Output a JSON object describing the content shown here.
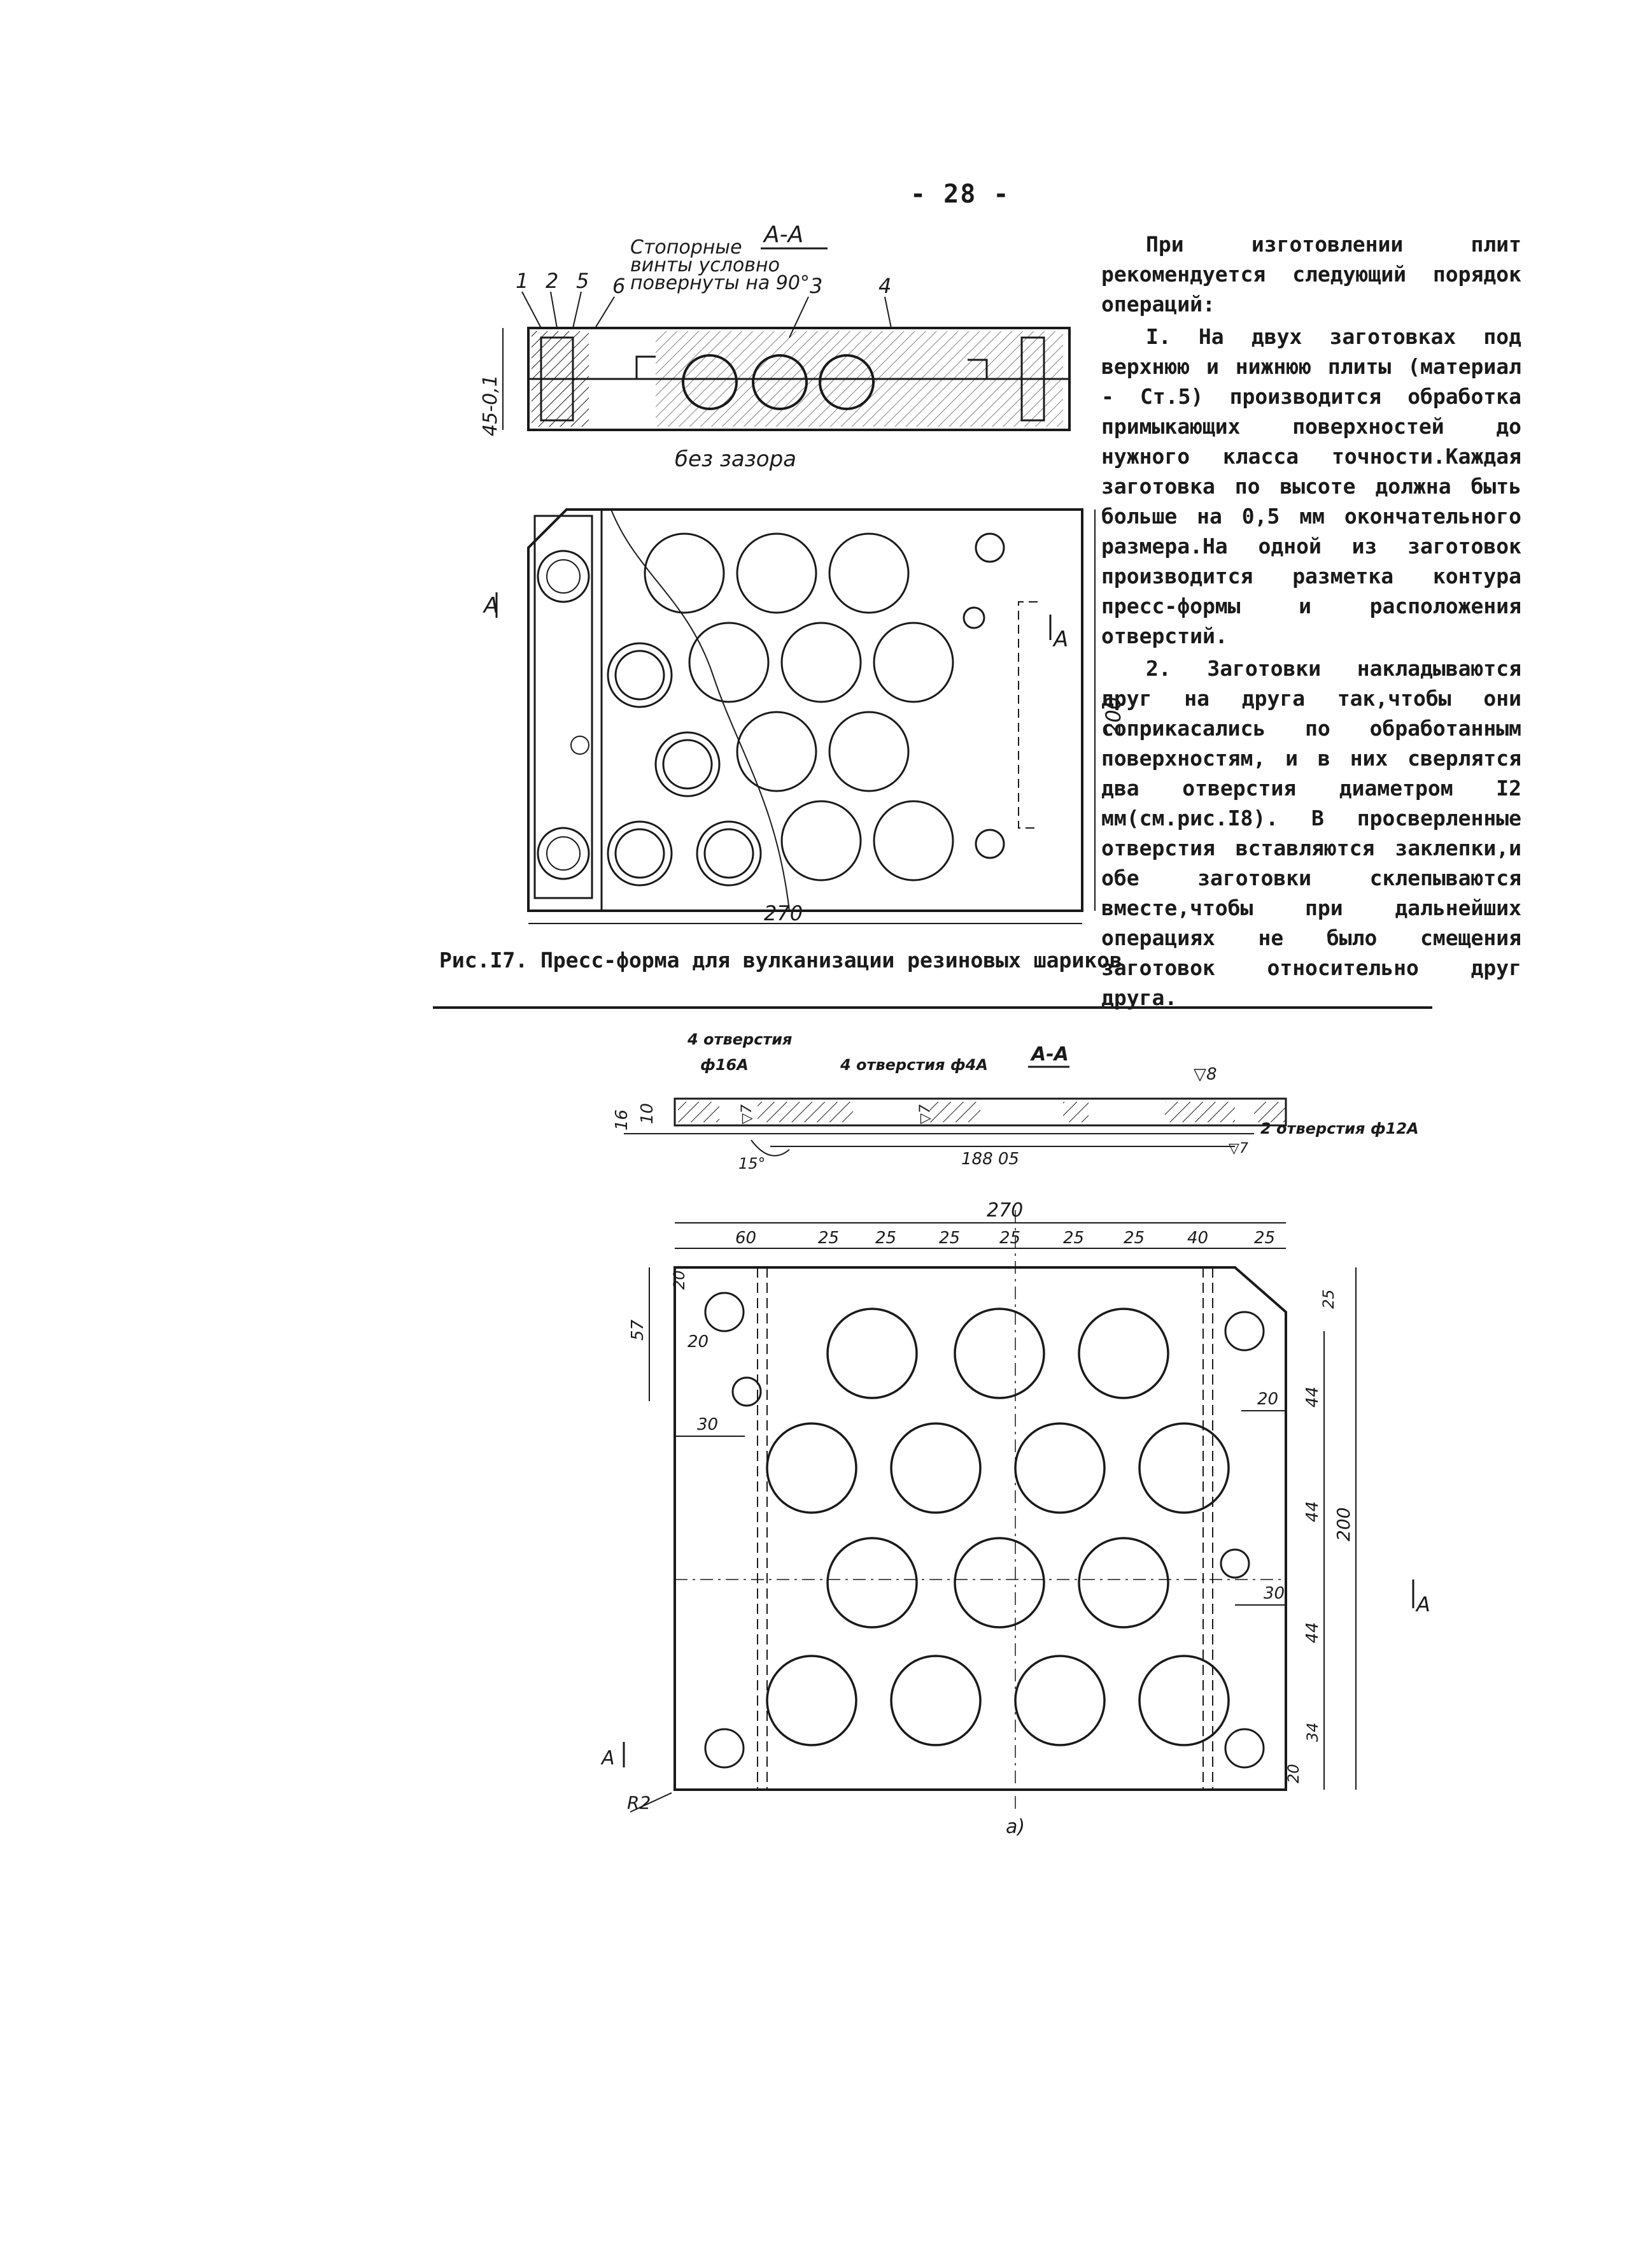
{
  "page": {
    "number": "- 28 -"
  },
  "drawing1": {
    "section_label": "А-А",
    "note_lines": [
      "Стопорные",
      "винты условно",
      "повернуты на 90°"
    ],
    "part_numbers": [
      "1",
      "2",
      "5",
      "6",
      "3",
      "4"
    ],
    "dim_height": "45-0,1",
    "no_gap_label": "без зазора",
    "dim_width": "270",
    "dim_depth": "200",
    "section_marks": [
      "А",
      "А"
    ]
  },
  "caption": "Рис.I7. Пресс-форма для вулканизации резиновых шариков",
  "text": {
    "paragraphs": [
      "При изготовлении плит рекомендуется следующий порядок операций:",
      "I. На двух заготовках под верхнюю и нижнюю плиты (материал - Ст.5) производится обработка примыкающих поверхностей до нужного класса точности.Каждая заготовка по высоте должна быть больше на 0,5 мм окончательного размера.На одной из заготовок производится разметка контура пресс-формы и расположения отверстий.",
      "2. Заготовки накладываются друг на друга так,чтобы они соприкасались по обработанным поверхностям, и в них сверлятся два отверстия диаметром I2 мм(см.рис.I8). В просверленные отверстия вставляются заклепки,и обе заготовки склепываются вместе,чтобы при дальнейших операциях не было смещения заготовок относительно друг друга."
    ]
  },
  "drawing2": {
    "section_label": "А-А",
    "holes4_label": "4 отверстия",
    "phi16_label": "ф16А",
    "holes4_phi4_label": "4 отверстия ф4А",
    "roughness_label": "▽8",
    "dim_16": "16",
    "dim_10": "10",
    "rough7_a": "▽7",
    "rough7_b": "▽7",
    "rough7_c": "▽7",
    "dim_188": "188  05",
    "angle_label": "15°",
    "holes2_label": "2 отверстия ф12А",
    "dim_270": "270",
    "dims_top": [
      "60",
      "25",
      "25",
      "25",
      "25",
      "25",
      "25",
      "40",
      "25"
    ],
    "dim_20_top": "20",
    "dim_57": "57",
    "dim_20_left": "20",
    "dim_30_left": "30",
    "dim_25_right": "25",
    "dim_20_right": "20",
    "dim_44_a": "44",
    "dim_44_b": "44",
    "dim_44_c": "44",
    "dim_200": "200",
    "dim_30_right": "30",
    "dim_34": "34",
    "dim_20_bottom": "20",
    "section_mark_right": "А",
    "section_mark_left": "А",
    "radius_label": "R2",
    "figure_label": "а)"
  }
}
